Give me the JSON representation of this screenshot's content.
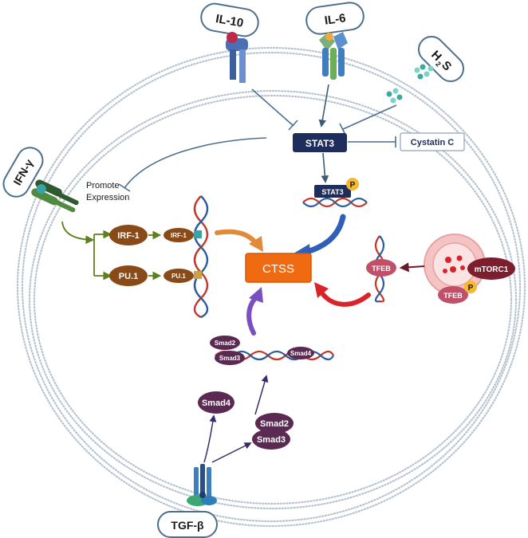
{
  "ligands": {
    "il10": "IL-10",
    "il6": "IL-6",
    "h2s_main": "H",
    "h2s_sub": "2",
    "h2s_tail": "S",
    "ifng": "IFN-γ",
    "tgfb": "TGF-β"
  },
  "nodes": {
    "stat3": "STAT3",
    "stat3_p": "STAT3",
    "phospho": "P",
    "cystatin": "Cystatin C",
    "ctss": "CTSS",
    "irf1": "IRF-1",
    "irf1_small": "IRF-1",
    "pu1": "PU.1",
    "pu1_small": "PU.1",
    "promote_line1": "Promote",
    "promote_line2": "Expression",
    "tfeb": "TFEB",
    "tfeb_p": "TFEB",
    "mtorc1": "mTORC1",
    "smad2_dna": "Smad2",
    "smad3_dna": "Smad3",
    "smad4_dna": "Smad4",
    "smad4": "Smad4",
    "smad2": "Smad2",
    "smad3": "Smad3"
  },
  "colors": {
    "stat3": "#1f2d5c",
    "ctss": "#f06a12",
    "irf": "#8a4a17",
    "smad": "#5a2a52",
    "tfeb": "#c0506a",
    "mtorc1": "#7d1e2e",
    "inhibit": "#4d6f8f",
    "green_arrow": "#5e7f1e",
    "red_arrow": "#d9252a",
    "orange_arrow": "#e08a3a",
    "blue_arrow": "#2f5fb8",
    "purple_arrow": "#7a4fc2"
  }
}
